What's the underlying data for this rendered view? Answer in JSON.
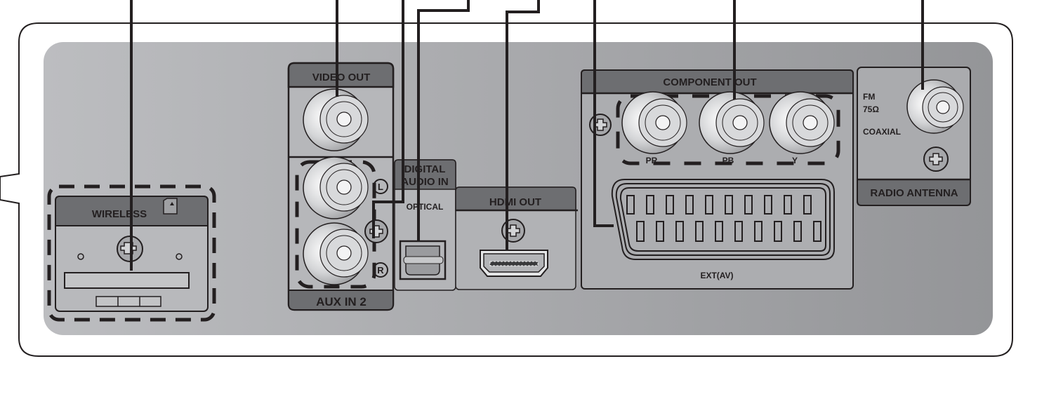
{
  "panel": {
    "wireless": {
      "label": "WIRELESS"
    },
    "video_out": {
      "label": "VIDEO OUT"
    },
    "aux_in": {
      "label": "AUX IN 2",
      "left": "L",
      "right": "R"
    },
    "digital_audio": {
      "label_line1": "DIGITAL",
      "label_line2": "AUDIO IN",
      "sublabel": "OPTICAL"
    },
    "hdmi_out": {
      "label": "HDMI OUT"
    },
    "component_out": {
      "label": "COMPONENT OUT",
      "jacks": [
        "PR",
        "PB",
        "Y"
      ]
    },
    "scart": {
      "label": "EXT(AV)"
    },
    "radio_antenna": {
      "label": "RADIO ANTENNA",
      "line1": "FM",
      "line2": "75Ω",
      "line3": "COAXIAL"
    }
  },
  "colors": {
    "panel_fill": "#b2b3b6",
    "header_fill": "#6d6e71",
    "line": "#231f20"
  }
}
